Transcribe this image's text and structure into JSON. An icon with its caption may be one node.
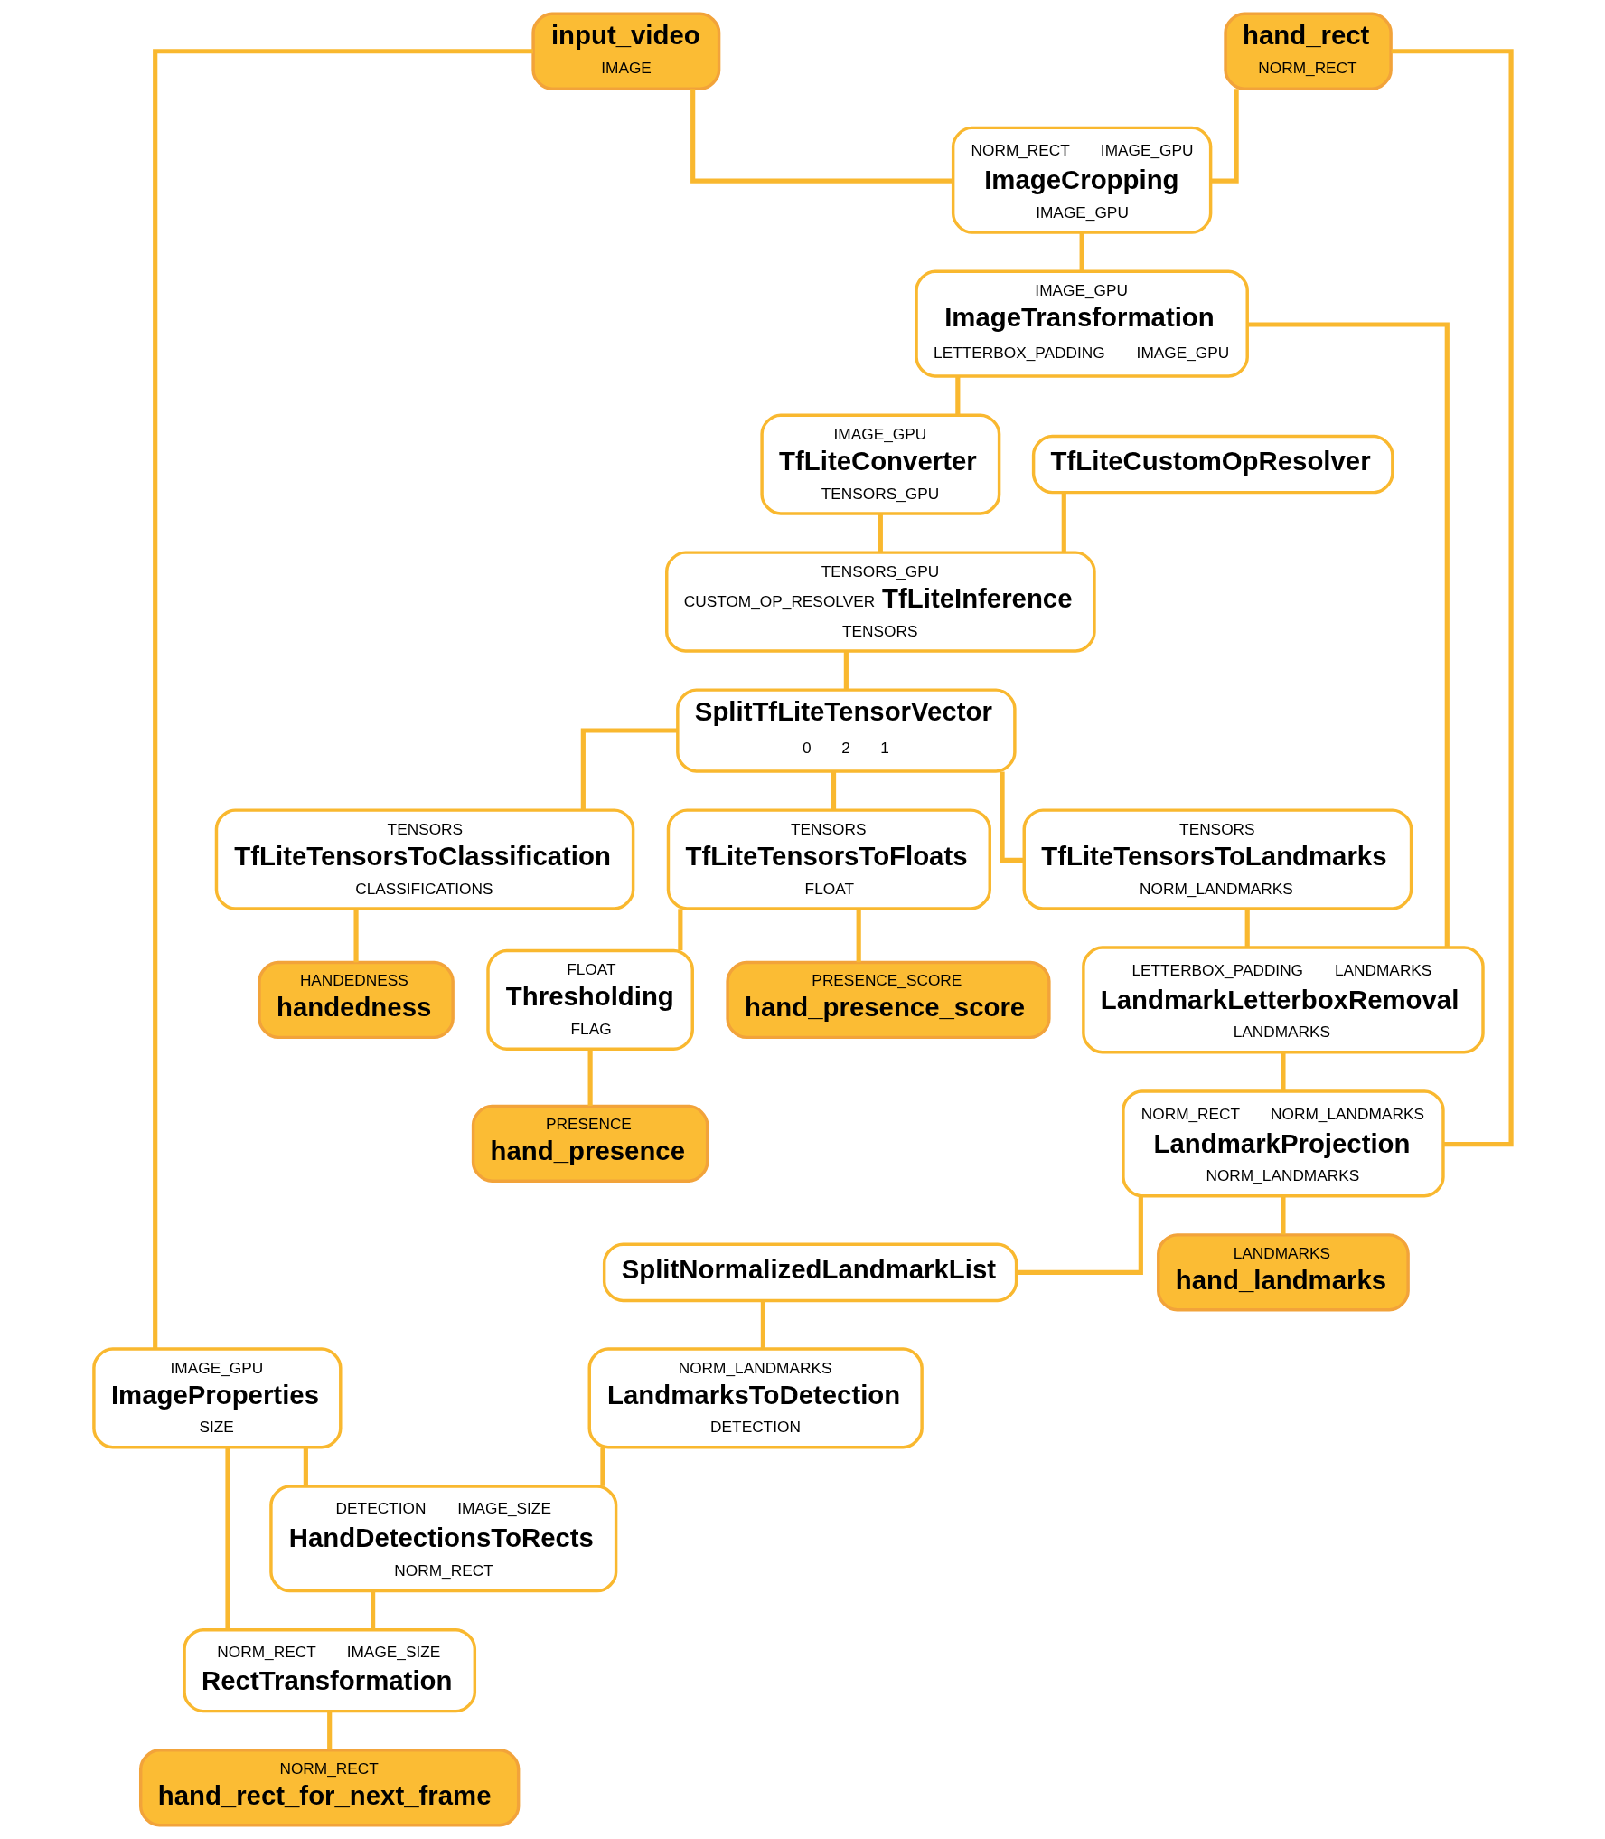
{
  "diagram": {
    "nodes": [
      {
        "text": [
          "hand_rect",
          "NORM_RECT"
        ]
      },
      {
        "text": [
          "input_video",
          "IMAGE"
        ]
      },
      {
        "text": [
          "NORM_RECT",
          "IMAGE_GPU",
          "ImageCropping",
          "IMAGE_GPU"
        ]
      },
      {
        "text": [
          "IMAGE_GPU",
          "ImageTransformation",
          "LETTERBOX_PADDING",
          "IMAGE_GPU"
        ]
      },
      {
        "text": [
          "TfLiteCustomOpResolver"
        ]
      },
      {
        "text": [
          "IMAGE_GPU",
          "TfLiteConverter",
          "TENSORS_GPU"
        ]
      },
      {
        "text": [
          "TENSORS_GPU",
          "CUSTOM_OP_RESOLVER",
          "TfLiteInference",
          "TENSORS"
        ]
      },
      {
        "text": [
          "SplitTfLiteTensorVector",
          "0",
          "2",
          "1"
        ]
      },
      {
        "text": [
          "TENSORS",
          "TfLiteTensorsToLandmarks",
          "NORM_LANDMARKS"
        ]
      },
      {
        "text": [
          "TENSORS",
          "TfLiteTensorsToClassification",
          "CLASSIFICATIONS"
        ]
      },
      {
        "text": [
          "TENSORS",
          "TfLiteTensorsToFloats",
          "FLOAT"
        ]
      },
      {
        "text": [
          "LETTERBOX_PADDING",
          "LANDMARKS",
          "LandmarkLetterboxRemoval",
          "LANDMARKS"
        ]
      },
      {
        "text": [
          "HANDEDNESS",
          "handedness"
        ]
      },
      {
        "text": [
          "FLOAT",
          "Thresholding",
          "FLAG"
        ]
      },
      {
        "text": [
          "PRESENCE_SCORE",
          "hand_presence_score"
        ]
      },
      {
        "text": [
          "NORM_RECT",
          "NORM_LANDMARKS",
          "LandmarkProjection",
          "NORM_LANDMARKS"
        ]
      },
      {
        "text": [
          "PRESENCE",
          "hand_presence"
        ]
      },
      {
        "text": [
          "SplitNormalizedLandmarkList"
        ]
      },
      {
        "text": [
          "LANDMARKS",
          "hand_landmarks"
        ]
      },
      {
        "text": [
          "NORM_LANDMARKS",
          "LandmarksToDetection",
          "DETECTION"
        ]
      },
      {
        "text": [
          "IMAGE_GPU",
          "ImageProperties",
          "SIZE"
        ]
      },
      {
        "text": [
          "DETECTION",
          "IMAGE_SIZE",
          "HandDetectionsToRects",
          "NORM_RECT"
        ]
      },
      {
        "text": [
          "NORM_RECT",
          "IMAGE_SIZE",
          "RectTransformation"
        ]
      },
      {
        "text": [
          "NORM_RECT",
          "hand_rect_for_next_frame"
        ]
      }
    ],
    "edges": [
      {
        "from": 0,
        "to": 2,
        "arrow": "none"
      },
      {
        "from": 1,
        "to": 2,
        "arrow": "none"
      },
      {
        "from": 0,
        "to": 15,
        "arrow": "none"
      },
      {
        "from": 1,
        "to": 20,
        "arrow": "none"
      },
      {
        "from": 2,
        "to": 3,
        "arrow": "none"
      },
      {
        "from": 3,
        "to": 11,
        "arrow": "none"
      },
      {
        "from": 3,
        "to": 5,
        "arrow": "none"
      },
      {
        "from": 4,
        "to": 6,
        "arrow": "none"
      },
      {
        "from": 5,
        "to": 6,
        "arrow": "none"
      },
      {
        "from": 6,
        "to": 7,
        "arrow": "none"
      },
      {
        "from": 7,
        "to": 8,
        "arrow": "none"
      },
      {
        "from": 7,
        "to": 9,
        "arrow": "none"
      },
      {
        "from": 7,
        "to": 10,
        "arrow": "none"
      },
      {
        "from": 8,
        "to": 11,
        "arrow": "none"
      },
      {
        "from": 9,
        "to": 12,
        "arrow": "none"
      },
      {
        "from": 10,
        "to": 13,
        "arrow": "none"
      },
      {
        "from": 10,
        "to": 14,
        "arrow": "none"
      },
      {
        "from": 11,
        "to": 15,
        "arrow": "none"
      },
      {
        "from": 13,
        "to": 16,
        "arrow": "none"
      },
      {
        "from": 15,
        "to": 17,
        "arrow": "none"
      },
      {
        "from": 15,
        "to": 18,
        "arrow": "none"
      },
      {
        "from": 17,
        "to": 19,
        "arrow": "none"
      },
      {
        "from": 19,
        "to": 21,
        "arrow": "none"
      },
      {
        "from": 20,
        "to": 21,
        "arrow": "none"
      },
      {
        "from": 20,
        "to": 22,
        "arrow": "none"
      },
      {
        "from": 21,
        "to": 22,
        "arrow": "none"
      },
      {
        "from": 22,
        "to": 23,
        "arrow": "none"
      }
    ]
  }
}
